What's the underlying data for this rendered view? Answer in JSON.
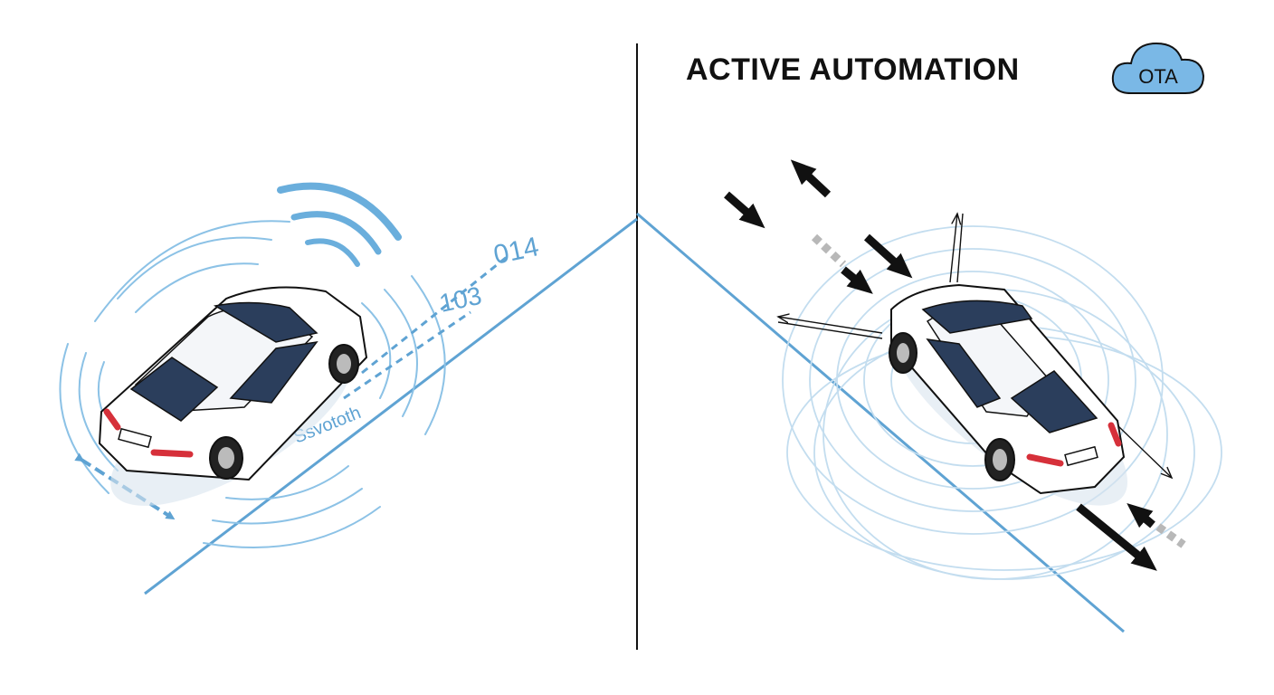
{
  "right_panel": {
    "heading": "ACTIVE AUTOMATION",
    "cloud_badge": {
      "label": "OTA",
      "icon": "cloud-icon",
      "fill": "#7ab8e6"
    }
  },
  "left_panel": {
    "signal_icon": "wifi-signal-icon",
    "labels": {
      "code_a": "014",
      "code_b": "103",
      "link": "Ssvototh"
    }
  },
  "colors": {
    "accent": "#5fa3d3",
    "wave": "#8cc2e6",
    "ink": "#111111",
    "car_glass": "#2b3e5c",
    "tail_light": "#d6303a"
  }
}
